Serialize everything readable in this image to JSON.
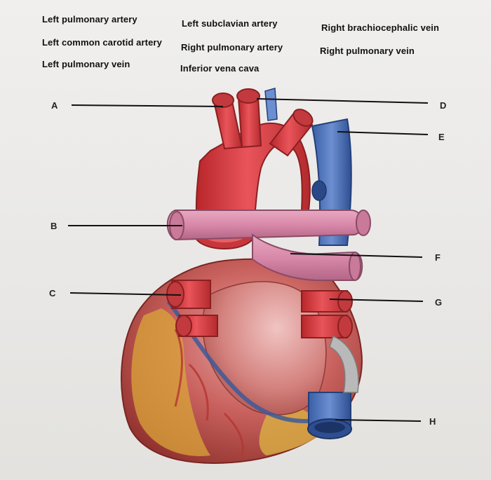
{
  "word_bank": [
    "Left pulmonary artery",
    "Left subclavian artery",
    "Right brachiocephalic vein",
    "Left common carotid artery",
    "Right pulmonary artery",
    "Right pulmonary vein",
    "Left pulmonary vein",
    "Inferior vena cava"
  ],
  "markers": {
    "a": "A",
    "b": "B",
    "c": "C",
    "d": "D",
    "e": "E",
    "f": "F",
    "g": "G",
    "h": "H"
  }
}
